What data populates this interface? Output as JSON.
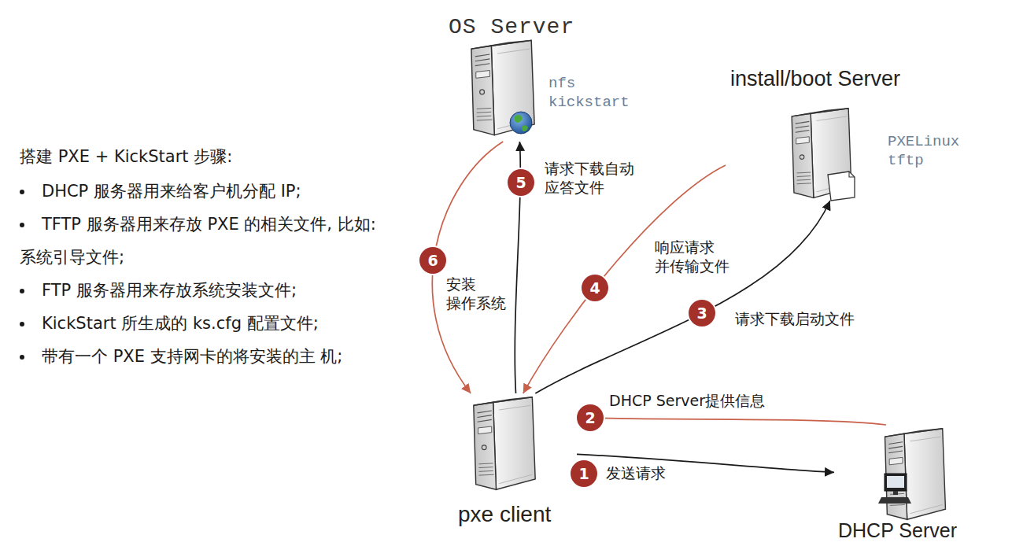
{
  "diagram": {
    "nodes": [
      {
        "text": [
          "OS Server",
          "nfs kickstart"
        ]
      },
      {
        "text": [
          "install/boot Server",
          "PXELinux tftp"
        ]
      },
      {
        "text": [
          "pxe client"
        ]
      },
      {
        "text": [
          "DHCP Server"
        ]
      }
    ],
    "edges": [
      {
        "from": 2,
        "to": 3,
        "label": "发送请求",
        "arrow": "to"
      },
      {
        "from": 3,
        "to": 2,
        "label": "DHCP Server提供信息",
        "arrow": "to"
      },
      {
        "from": 2,
        "to": 1,
        "label": "请求下载启动文件",
        "arrow": "to"
      },
      {
        "from": 1,
        "to": 2,
        "label": "响应请求 并传输文件",
        "arrow": "to"
      },
      {
        "from": 2,
        "to": 0,
        "label": "请求下载自动 应答文件",
        "arrow": "to"
      },
      {
        "from": 0,
        "to": 2,
        "label": "安装 操作系统",
        "arrow": "to"
      }
    ],
    "labels": [
      "搭建 PXE + KickStart 步骤:",
      "DHCP 服务器用来给客户机分配 IP;",
      "TFTP 服务器用来存放 PXE 的相关文件, 比如: 系统引导文件;",
      "FTP 服务器用来存放系统安装文件;",
      "KickStart 所生成的 ks.cfg 配置文件;",
      "带有一个 PXE 支持网卡的将安装的主 机;",
      "1",
      "2",
      "3",
      "4",
      "5",
      "6"
    ]
  }
}
